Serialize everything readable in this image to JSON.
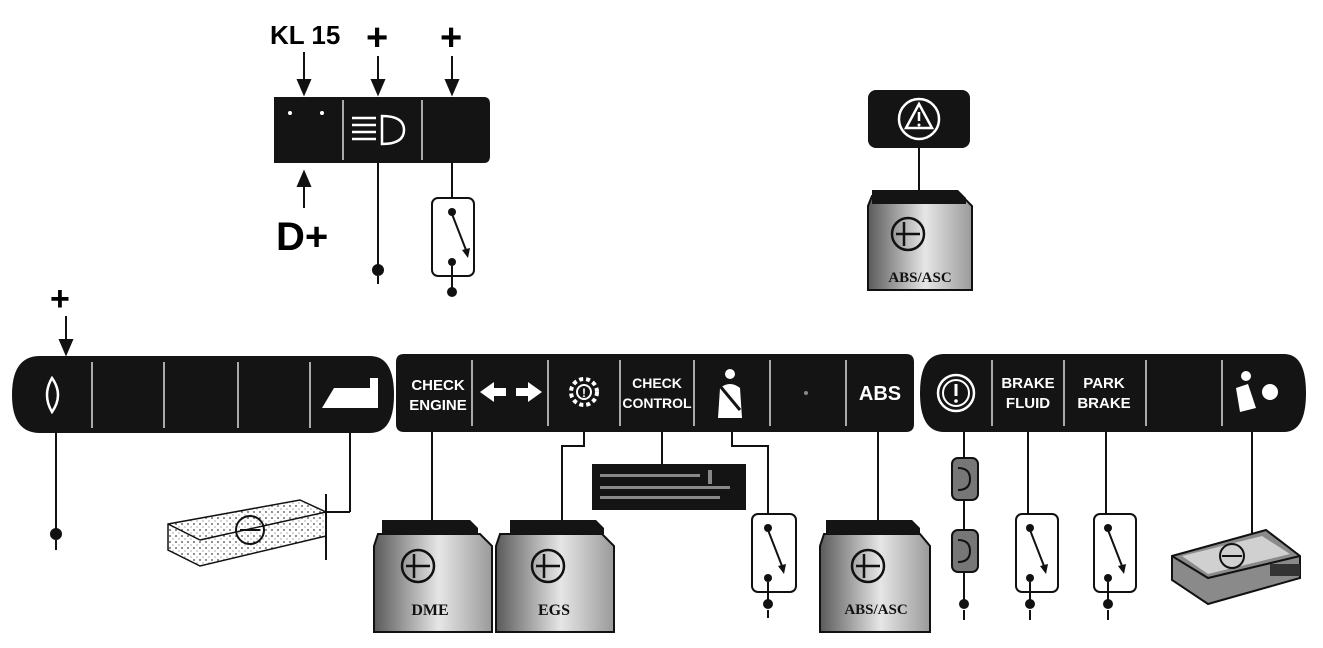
{
  "supply_labels": {
    "kl15": "KL 15",
    "d_plus": "D+",
    "plus": "+"
  },
  "upper_cluster": {
    "segments": [
      {
        "name": "charge-indicator",
        "icon": "dots-icon"
      },
      {
        "name": "high-beam-indicator",
        "icon": "high-beam-icon"
      },
      {
        "name": "blank-indicator",
        "icon": ""
      }
    ]
  },
  "left_cluster": {
    "segments": [
      {
        "name": "turn-indicator",
        "icon": "bulb-icon"
      },
      {
        "name": "blank-1",
        "icon": ""
      },
      {
        "name": "blank-2",
        "icon": ""
      },
      {
        "name": "blank-3",
        "icon": ""
      },
      {
        "name": "trailer-indicator",
        "icon": "trailer-icon"
      }
    ]
  },
  "middle_cluster": {
    "check_engine": [
      "CHECK",
      "ENGINE"
    ],
    "check_control": [
      "CHECK",
      "CONTROL"
    ],
    "abs": "ABS"
  },
  "right_cluster": {
    "brake_fluid": [
      "BRAKE",
      "FLUID"
    ],
    "park_brake": [
      "PARK",
      "BRAKE"
    ]
  },
  "modules": {
    "dme": "DME",
    "egs": "EGS",
    "abs_asc_lower": "ABS/ASC",
    "abs_asc_upper": "ABS/ASC"
  },
  "colors": {
    "panel": "#141414",
    "module_light": "#d8d8d8",
    "line": "#111111"
  }
}
